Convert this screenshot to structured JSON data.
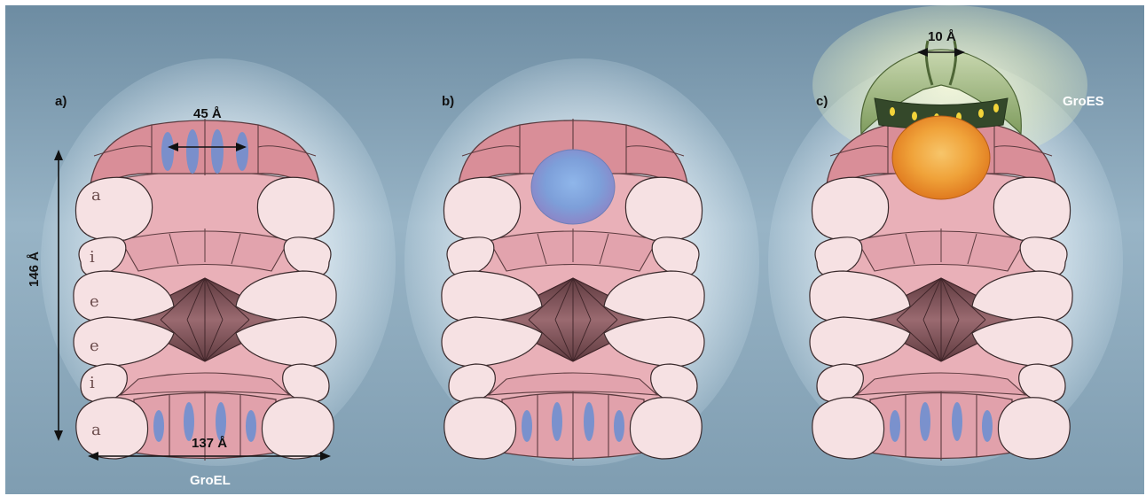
{
  "panels": [
    {
      "label": "a)",
      "top_arrow_label": "45 Å",
      "side_arrow_label": "146 Å",
      "bottom_arrow_label": "137 Å",
      "caption": "GroEL",
      "domain_letters": [
        "a",
        "i",
        "e",
        "e",
        "i",
        "a"
      ]
    },
    {
      "label": "b)"
    },
    {
      "label": "c)",
      "top_arrow_label": "10 Å",
      "cap_label": "GroES"
    }
  ],
  "colors": {
    "background": "#8ba7ba",
    "subunit_fill": "#f6e1e3",
    "cavity_pink": "#d98e98",
    "cavity_dark": "#8c5a5f",
    "binding_site": "#6f8fd0",
    "substrate_blue": "#7f9fd8",
    "substrate_orange": "#f09a2c",
    "groes_green": "#6f8c4e"
  }
}
